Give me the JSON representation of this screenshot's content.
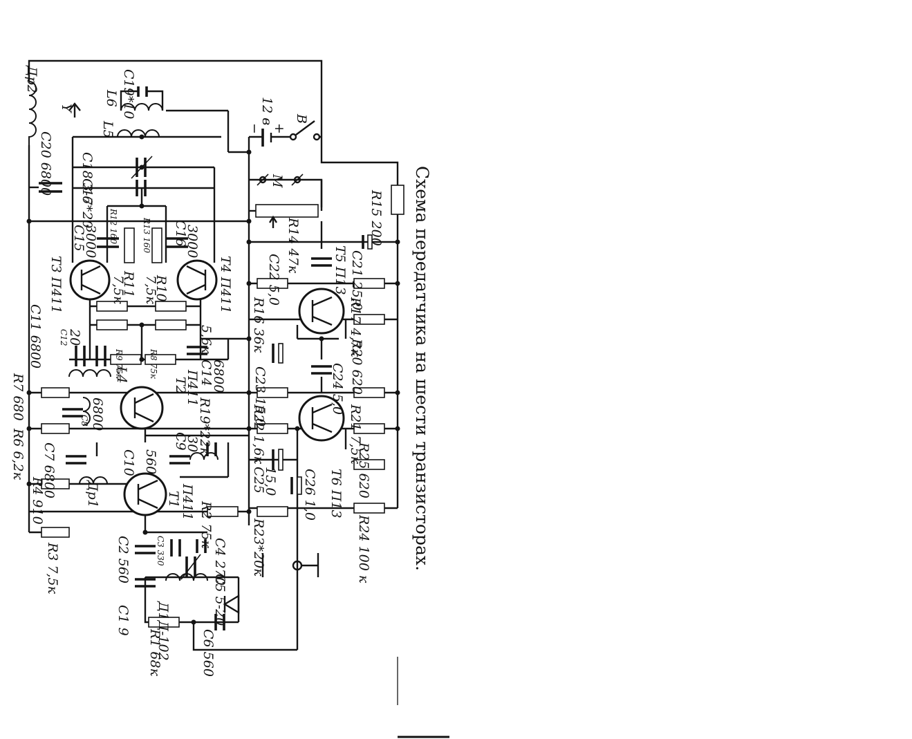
{
  "caption": "Схема передатчика на шести транзисторах.",
  "supply": {
    "voltage": "12 в",
    "minus": "−",
    "plus": "+",
    "switch": "В"
  },
  "meter": "М",
  "antenna": "Y",
  "components": {
    "dr2": "Др2",
    "c20": "С20 6800",
    "c19": "С19*10",
    "l6": "L6",
    "l5": "L5",
    "c18": "С18 3-6",
    "c17": "С17*20",
    "r15": "R15 200",
    "r14": "R14 47к",
    "r12": "R12 160",
    "r13": "R13 160",
    "c15a": "С15",
    "c15b": "3000",
    "c16a": "С16",
    "c16b": "3000",
    "c22": "С22 5,0",
    "c21": "С21 25,0",
    "t5": "Т5 П13",
    "t3": "Т3 П411",
    "r11a": "R11",
    "r11b": "7,5к",
    "r10a": "R10",
    "r10b": "7,5к",
    "t4": "Т4 П411",
    "r16": "R16 36к",
    "r17": "R17 4,7к",
    "c11": "С11 6800",
    "c12a": "С12",
    "c12b": "20",
    "r5": "5,6к",
    "r20": "R20 620",
    "r9": "R9 75к",
    "r8": "R8 75к",
    "c14a": "С14",
    "c14b": "6800",
    "l4": "L4",
    "c23": "С23 15,0",
    "c24": "С24 5,0",
    "r7": "R7 680",
    "t2a": "Т2",
    "t2b": "П411",
    "c8a": "С8",
    "c8b": "6800",
    "r19": "R19*22к",
    "r22": "R22 1,6к",
    "r21": "R21 7,5к",
    "r6": "R6 6,2к",
    "c7": "С7 6800",
    "c10a": "С10",
    "c10b": "560",
    "c9a": "С9",
    "c9b": "30",
    "r25": "R25 620",
    "c25a": "С25",
    "c25b": "15,0",
    "c26": "С26 1,0",
    "t6": "Т6 П13",
    "r4": "R4 910",
    "dr1": "Др1",
    "t1a": "Т1",
    "t1b": "П411",
    "r2": "R2 75к",
    "r23": "R23*20к",
    "r24": "R24 100 к",
    "r3": "R3 7,5к",
    "c2": "С2 560",
    "c3": "С3 330",
    "c4": "С4 270",
    "c5": "С5 5-20",
    "c1": "С1 9",
    "diode": "Д1Д-102",
    "r1": "R1 68к",
    "c6": "С6 560"
  }
}
